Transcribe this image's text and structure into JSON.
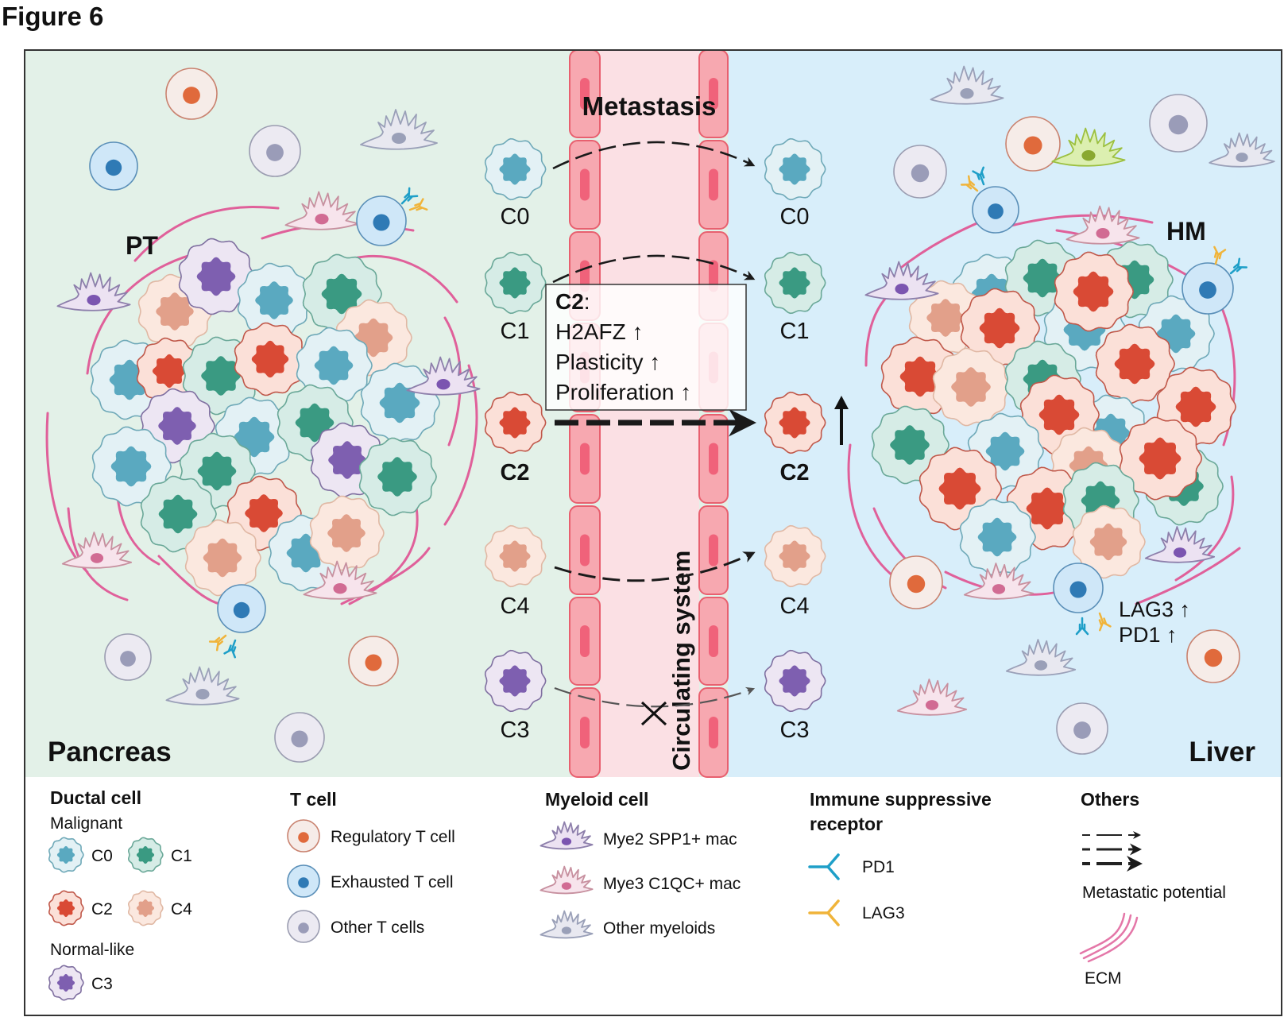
{
  "figure_title": "Figure 6",
  "panel": {
    "left_region": "Pancreas",
    "right_region": "Liver",
    "left_tumor_label": "PT",
    "right_tumor_label": "HM",
    "top_label": "Metastasis",
    "vessel_label": "Circulating system",
    "clusters": [
      {
        "id": "C0",
        "label": "C0",
        "bold": false,
        "arrow": "thin",
        "blocked": false
      },
      {
        "id": "C1",
        "label": "C1",
        "bold": false,
        "arrow": "thin",
        "blocked": false
      },
      {
        "id": "C2",
        "label": "C2",
        "bold": true,
        "arrow": "thick",
        "blocked": false
      },
      {
        "id": "C4",
        "label": "C4",
        "bold": false,
        "arrow": "medium",
        "blocked": false
      },
      {
        "id": "C3",
        "label": "C3",
        "bold": false,
        "arrow": "thin",
        "blocked": true
      }
    ],
    "c2_box": {
      "title": "C2",
      "title_suffix": ":",
      "lines": [
        "H2AFZ ↑",
        "Plasticity ↑",
        "Proliferation ↑"
      ]
    },
    "liver_receptor_note": [
      "LAG3 ↑",
      "PD1 ↑"
    ],
    "c2_increase_arrow": "↑"
  },
  "legend": {
    "ductal": {
      "title": "Ductal cell",
      "malignant_label": "Malignant",
      "normal_label": "Normal-like",
      "items": [
        "C0",
        "C1",
        "C2",
        "C4",
        "C3"
      ]
    },
    "tcell": {
      "title": "T cell",
      "items": [
        "Regulatory T cell",
        "Exhausted T cell",
        "Other T cells"
      ]
    },
    "myeloid": {
      "title": "Myeloid cell",
      "items": [
        "Mye2 SPP1+ mac",
        "Mye3 C1QC+ mac",
        "Other myeloids"
      ]
    },
    "receptor": {
      "title_line1": "Immune suppressive",
      "title_line2": "receptor",
      "items": [
        "PD1",
        "LAG3"
      ]
    },
    "others": {
      "title": "Others",
      "metastatic_label": "Metastatic potential",
      "ecm_label": "ECM"
    }
  },
  "colors": {
    "pancreas_bg": "#e3f1e8",
    "liver_bg": "#d8eefa",
    "vessel_bg": "#fbe0e4",
    "vessel_cell": "#f7a8b0",
    "vessel_nucleus": "#f0627a",
    "vessel_label": "#d9534f",
    "pancreas_label": "#0c4a1c",
    "liver_label": "#1f2f6e",
    "C0": "#5aa9c0",
    "C1": "#3a9a82",
    "C2": "#d94a35",
    "C3": "#7e5fb0",
    "C4": "#e2a08a",
    "treg_nucleus": "#e06a3c",
    "texh_nucleus": "#2f7ab5",
    "tother_nucleus": "#9a9cb8",
    "mye2_nucleus": "#7b55b0",
    "mye3_nucleus": "#d16b93",
    "myeother_nucleus": "#9aa0b8",
    "pd1": "#1e9fc8",
    "lag3": "#f0b43a",
    "ecm": "#e0609a"
  }
}
